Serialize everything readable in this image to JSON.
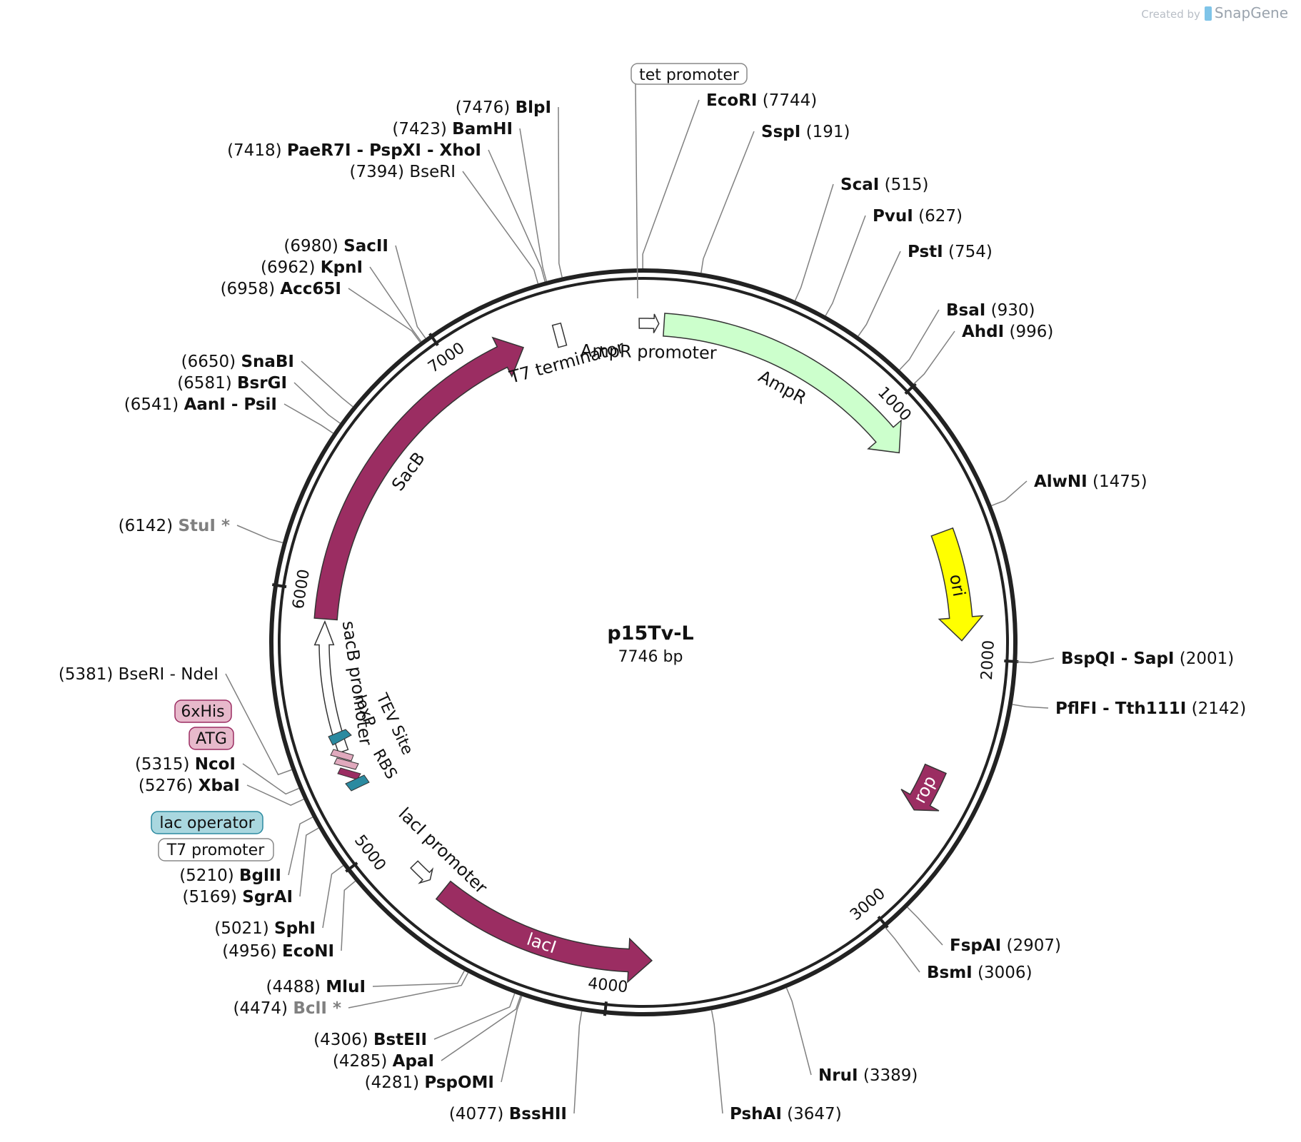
{
  "credit": {
    "prefix": "Created by",
    "brand": "SnapGene"
  },
  "plasmid": {
    "name": "p15Tv-L",
    "size_label": "7746 bp",
    "length": 7746
  },
  "colors": {
    "backbone": "#222222",
    "sacB": "#9b2d62",
    "lacI": "#9b2d62",
    "rop": "#9b2d62",
    "AmpR": "#ccffcc",
    "ori": "#ffff00",
    "promoter": "#ffffff",
    "tev": "#2b8aa0",
    "his": "#e0a9bd",
    "lead_line": "#808080"
  },
  "ticks": [
    {
      "bp": 1000,
      "label": "1000"
    },
    {
      "bp": 2000,
      "label": "2000"
    },
    {
      "bp": 3000,
      "label": "3000"
    },
    {
      "bp": 4000,
      "label": "4000"
    },
    {
      "bp": 5000,
      "label": "5000"
    },
    {
      "bp": 6000,
      "label": "6000"
    },
    {
      "bp": 7000,
      "label": "7000"
    }
  ],
  "features": [
    {
      "name": "AmpR",
      "start": 80,
      "end": 1150,
      "type": "arrow",
      "color": "#ccffcc",
      "label": "AmpR"
    },
    {
      "name": "AmpR promoter",
      "start": 7730,
      "end": 60,
      "type": "promoter",
      "label": "AmpR promoter"
    },
    {
      "name": "ori",
      "start": 1500,
      "end": 1930,
      "type": "arrow",
      "color": "#ffff00",
      "label": "ori"
    },
    {
      "name": "rop",
      "start": 2440,
      "end": 2620,
      "type": "arrow",
      "color": "#9b2d62",
      "label": "rop"
    },
    {
      "name": "lacI",
      "start": 4710,
      "end": 3840,
      "type": "arrow",
      "color": "#9b2d62",
      "label": "lacI"
    },
    {
      "name": "lacI promoter",
      "start": 4860,
      "end": 4775,
      "type": "promoter",
      "label": "lacI promoter"
    },
    {
      "name": "sacB promoter",
      "start": 5380,
      "end": 5890,
      "type": "promoter",
      "label": "sacB promoter"
    },
    {
      "name": "SacB",
      "start": 5900,
      "end": 7270,
      "type": "arrow",
      "color": "#9b2d62",
      "label": "SacB"
    },
    {
      "name": "T7 terminator",
      "start": 7395,
      "end": 7440,
      "type": "terminator",
      "label": "T7 terminator"
    }
  ],
  "small_features": [
    {
      "label": "loxP"
    },
    {
      "label": "TEV Site"
    },
    {
      "label": "RBS"
    }
  ],
  "sites": [
    {
      "name": "EcoRI",
      "pos": "7744",
      "bold": true
    },
    {
      "name": "SspI",
      "pos": "191",
      "bold": true
    },
    {
      "name": "ScaI",
      "pos": "515",
      "bold": true
    },
    {
      "name": "PvuI",
      "pos": "627",
      "bold": true
    },
    {
      "name": "PstI",
      "pos": "754",
      "bold": true
    },
    {
      "name": "BsaI",
      "pos": "930",
      "bold": true
    },
    {
      "name": "AhdI",
      "pos": "996",
      "bold": true
    },
    {
      "name": "AlwNI",
      "pos": "1475",
      "bold": true
    },
    {
      "name": "BspQI - SapI",
      "pos": "2001",
      "bold": true
    },
    {
      "name": "PflFI - Tth111I",
      "pos": "2142",
      "bold": true
    },
    {
      "name": "FspAI",
      "pos": "2907",
      "bold": true
    },
    {
      "name": "BsmI",
      "pos": "3006",
      "bold": true
    },
    {
      "name": "NruI",
      "pos": "3389",
      "bold": true
    },
    {
      "name": "PshAI",
      "pos": "3647",
      "bold": true
    },
    {
      "name": "BssHII",
      "pos": "4077",
      "bold": true
    },
    {
      "name": "PspOMI",
      "pos": "4281",
      "bold": true
    },
    {
      "name": "ApaI",
      "pos": "4285",
      "bold": true
    },
    {
      "name": "BstEII",
      "pos": "4306",
      "bold": true
    },
    {
      "name": "BclI *",
      "pos": "4474",
      "bold": true,
      "gray": true
    },
    {
      "name": "MluI",
      "pos": "4488",
      "bold": true
    },
    {
      "name": "EcoNI",
      "pos": "4956",
      "bold": true
    },
    {
      "name": "SphI",
      "pos": "5021",
      "bold": true
    },
    {
      "name": "SgrAI",
      "pos": "5169",
      "bold": true
    },
    {
      "name": "BglII",
      "pos": "5210",
      "bold": true
    },
    {
      "name": "XbaI",
      "pos": "5276",
      "bold": true
    },
    {
      "name": "NcoI",
      "pos": "5315",
      "bold": true
    },
    {
      "name": "BseRI - NdeI",
      "pos": "5381",
      "bold": false
    },
    {
      "name": "StuI *",
      "pos": "6142",
      "bold": true,
      "gray": true
    },
    {
      "name": "AanI - PsiI",
      "pos": "6541",
      "bold": true
    },
    {
      "name": "BsrGI",
      "pos": "6581",
      "bold": true
    },
    {
      "name": "SnaBI",
      "pos": "6650",
      "bold": true
    },
    {
      "name": "Acc65I",
      "pos": "6958",
      "bold": true
    },
    {
      "name": "KpnI",
      "pos": "6962",
      "bold": true
    },
    {
      "name": "SacII",
      "pos": "6980",
      "bold": true
    },
    {
      "name": "BseRI",
      "pos": "7394",
      "bold": false
    },
    {
      "name": "PaeR7I - PspXI - XhoI",
      "pos": "7418",
      "bold": true
    },
    {
      "name": "BamHI",
      "pos": "7423",
      "bold": true
    },
    {
      "name": "BlpI",
      "pos": "7476",
      "bold": true
    }
  ],
  "boxed_labels": [
    {
      "text": "tet promoter",
      "fill": "#ffffff"
    },
    {
      "text": "6xHis",
      "fill": "#e7b9cb"
    },
    {
      "text": "ATG",
      "fill": "#e7b9cb"
    },
    {
      "text": "lac operator",
      "fill": "#a9d7df"
    },
    {
      "text": "T7 promoter",
      "fill": "#ffffff"
    }
  ]
}
